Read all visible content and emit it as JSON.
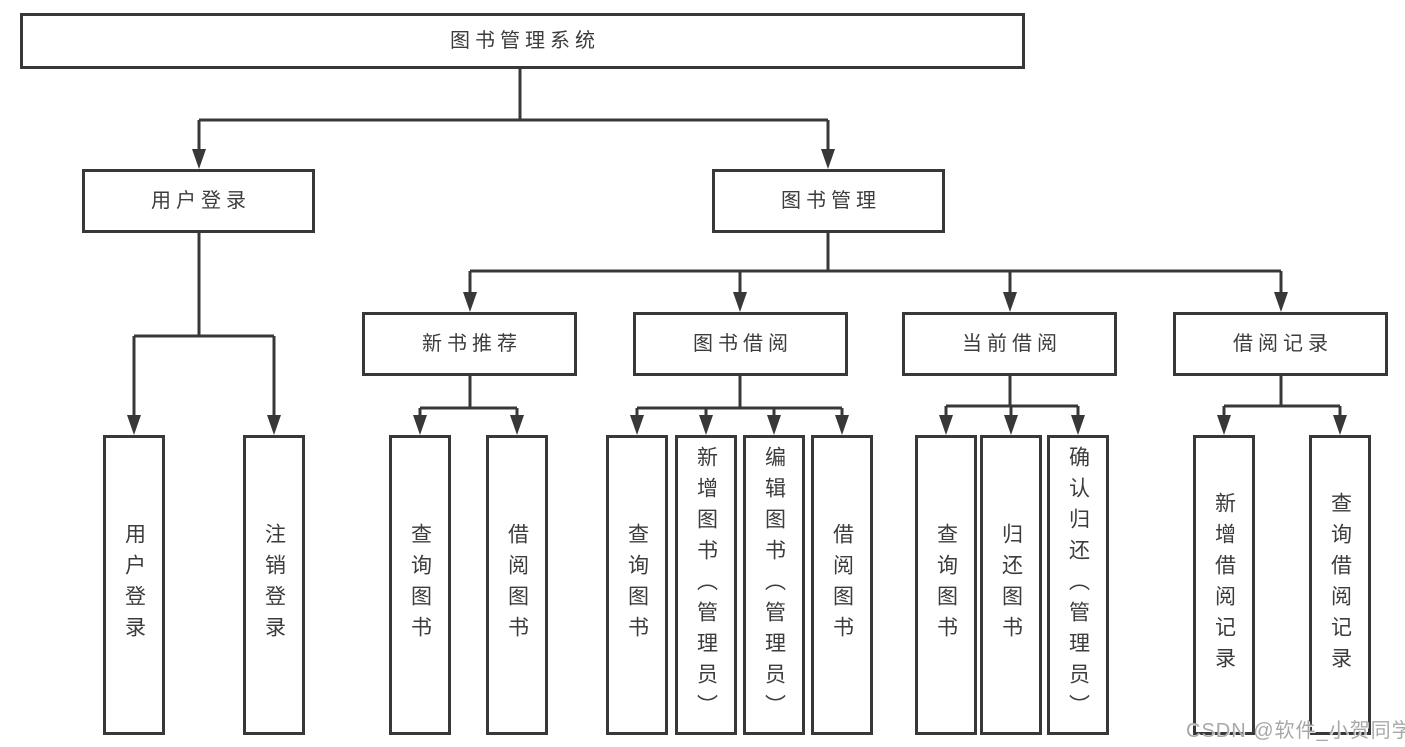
{
  "diagram": {
    "title": "图书管理系统",
    "user_login": {
      "label": "用户登录",
      "children": {
        "login": "用户登录",
        "logout": "注销登录"
      }
    },
    "book_mgmt": {
      "label": "图书管理",
      "sections": {
        "new_book_rec": {
          "label": "新书推荐",
          "children": {
            "query": "查询图书",
            "borrow": "借阅图书"
          }
        },
        "book_borrow": {
          "label": "图书借阅",
          "children": {
            "query": "查询图书",
            "add": "新增图书（管理员）",
            "edit": "编辑图书（管理员）",
            "borrow": "借阅图书"
          }
        },
        "current_borrow": {
          "label": "当前借阅",
          "children": {
            "query": "查询图书",
            "return": "归还图书",
            "confirm": "确认归还（管理员）"
          }
        },
        "borrow_records": {
          "label": "借阅记录",
          "children": {
            "add": "新增借阅记录",
            "query": "查询借阅记录"
          }
        }
      }
    }
  },
  "watermark": {
    "text": "CSDN @软件_小贺同学"
  },
  "colors": {
    "line": "#383838",
    "text": "#3c3c3c",
    "watermark": "#a8a8a8",
    "background": "#ffffff"
  }
}
